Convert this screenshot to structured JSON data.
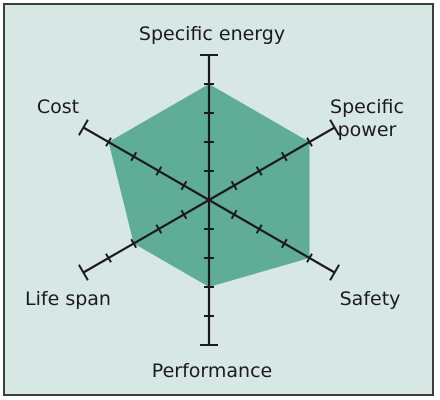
{
  "chart_data": {
    "type": "radar",
    "axes": [
      {
        "key": "specific_energy",
        "label_lines": [
          "Specific energy"
        ],
        "value": 4
      },
      {
        "key": "specific_power",
        "label_lines": [
          "Specific",
          "power"
        ],
        "value": 4
      },
      {
        "key": "safety",
        "label_lines": [
          "Safety"
        ],
        "value": 4
      },
      {
        "key": "performance",
        "label_lines": [
          "Performance"
        ],
        "value": 3
      },
      {
        "key": "life_span",
        "label_lines": [
          "Life span"
        ],
        "value": 3
      },
      {
        "key": "cost",
        "label_lines": [
          "Cost"
        ],
        "value": 4
      }
    ],
    "scale": {
      "min": 0,
      "max": 5,
      "ticks": 4
    },
    "grid": false,
    "colors": {
      "fill": "#5fac97",
      "axis": "#1a1a1a",
      "background": "#d7e7e3",
      "frame": "#3c3c3c"
    }
  }
}
